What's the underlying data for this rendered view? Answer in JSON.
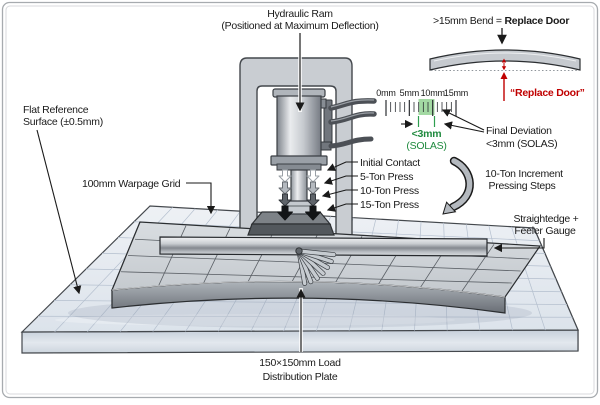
{
  "colors": {
    "accent_green": "#1f8a3e",
    "green_zone": "#8ccf8c",
    "accent_red": "#c00000",
    "ink": "#1a1a1a"
  },
  "labels": {
    "hydraulic_ram_line1": "Hydraulic Ram",
    "hydraulic_ram_line2": "(Positioned at Maximum Deflection)",
    "flat_reference_line1": "Flat Reference",
    "flat_reference_line2": "Surface (±0.5mm)",
    "warpage_grid": "100mm Warpage Grid",
    "load_plate_line1": "150×150mm Load",
    "load_plate_line2": "Distribution Plate",
    "straightedge_line1": "Straightedge +",
    "straightedge_line2": "Feeler Gauge"
  },
  "press_sequence": {
    "steps": [
      "Initial Contact",
      "5-Ton Press",
      "10-Ton Press",
      "15-Ton Press"
    ],
    "increment_line1": "10-Ton Increment",
    "increment_line2": "Pressing Steps"
  },
  "inset": {
    "bend_rule_prefix": ">15mm Bend = ",
    "bend_rule_bold": "Replace Door",
    "replace_door_quote": "“Replace Door”",
    "ruler_labels": [
      "0mm",
      "5mm",
      "10mm",
      "15mm"
    ],
    "tolerance_line1": "<3mm",
    "tolerance_line2": "(SOLAS)",
    "final_deviation_line1": "Final Deviation",
    "final_deviation_line2": "<3mm (SOLAS)"
  }
}
